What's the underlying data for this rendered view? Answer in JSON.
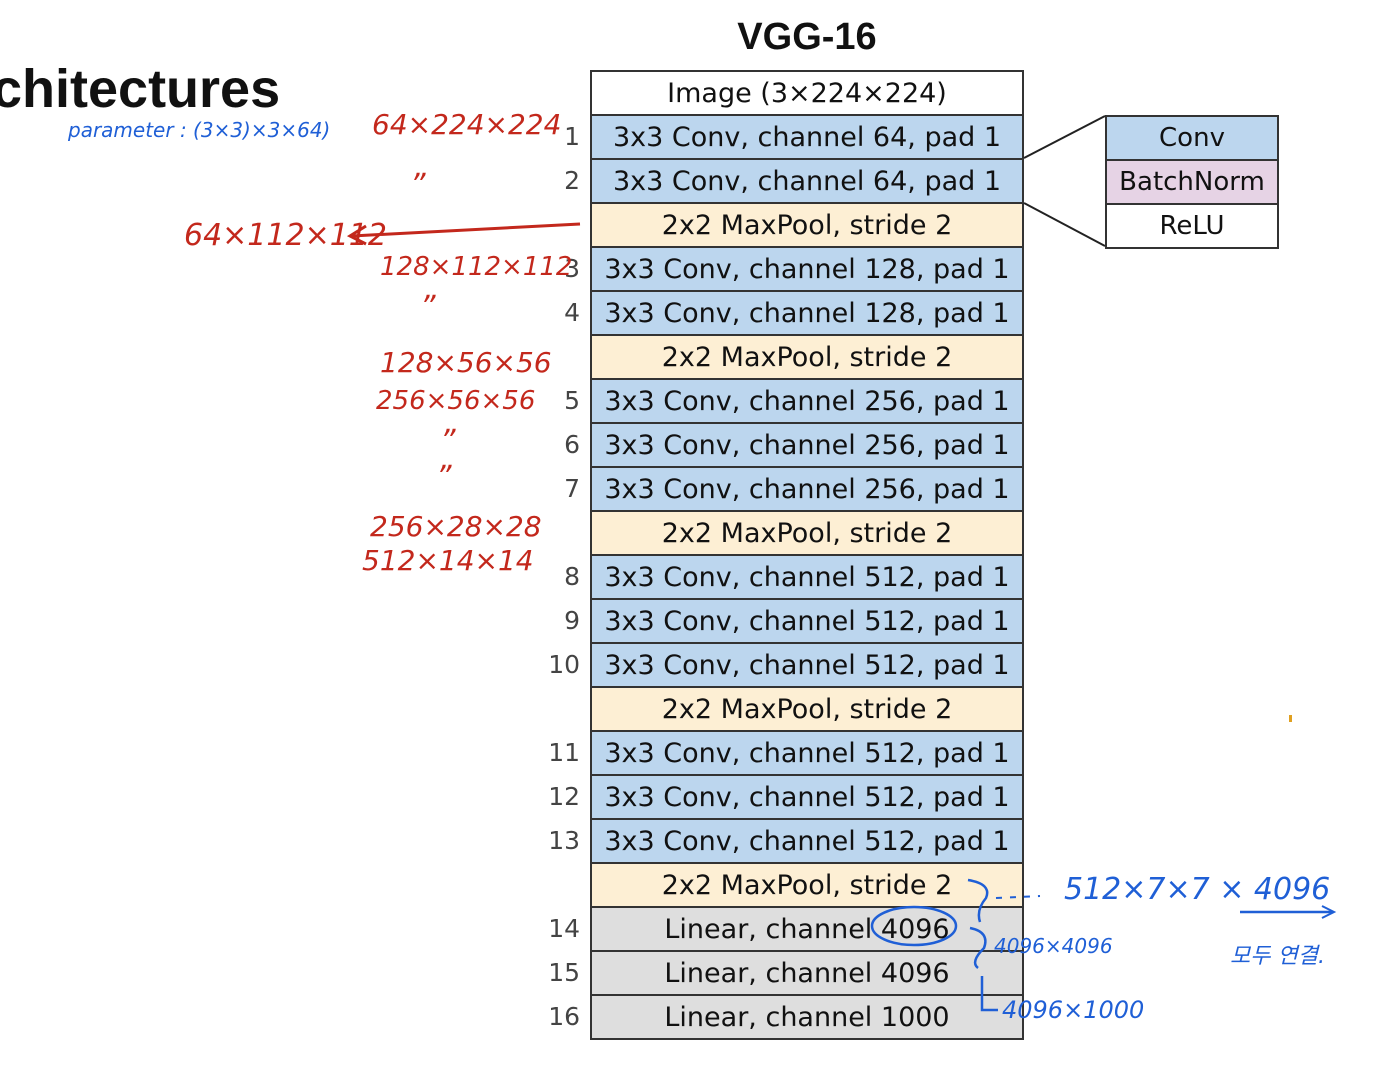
{
  "slide_title": "chitectures",
  "vgg_title": "VGG-16",
  "layers": [
    {
      "index": "",
      "label": "Image (3×224×224)",
      "type": "image"
    },
    {
      "index": "1",
      "label": "3x3 Conv, channel 64, pad 1",
      "type": "conv"
    },
    {
      "index": "2",
      "label": "3x3 Conv, channel 64, pad 1",
      "type": "conv"
    },
    {
      "index": "",
      "label": "2x2 MaxPool, stride 2",
      "type": "pool"
    },
    {
      "index": "3",
      "label": "3x3 Conv, channel 128, pad 1",
      "type": "conv"
    },
    {
      "index": "4",
      "label": "3x3 Conv, channel 128, pad 1",
      "type": "conv"
    },
    {
      "index": "",
      "label": "2x2 MaxPool, stride 2",
      "type": "pool"
    },
    {
      "index": "5",
      "label": "3x3 Conv, channel 256, pad 1",
      "type": "conv"
    },
    {
      "index": "6",
      "label": "3x3 Conv, channel 256, pad 1",
      "type": "conv"
    },
    {
      "index": "7",
      "label": "3x3 Conv, channel 256, pad 1",
      "type": "conv"
    },
    {
      "index": "",
      "label": "2x2 MaxPool, stride 2",
      "type": "pool"
    },
    {
      "index": "8",
      "label": "3x3 Conv, channel 512, pad 1",
      "type": "conv"
    },
    {
      "index": "9",
      "label": "3x3 Conv, channel 512, pad 1",
      "type": "conv"
    },
    {
      "index": "10",
      "label": "3x3 Conv, channel 512, pad 1",
      "type": "conv"
    },
    {
      "index": "",
      "label": "2x2 MaxPool, stride 2",
      "type": "pool"
    },
    {
      "index": "11",
      "label": "3x3 Conv, channel 512, pad 1",
      "type": "conv"
    },
    {
      "index": "12",
      "label": "3x3 Conv, channel 512, pad 1",
      "type": "conv"
    },
    {
      "index": "13",
      "label": "3x3 Conv, channel 512, pad 1",
      "type": "conv"
    },
    {
      "index": "",
      "label": "2x2 MaxPool, stride 2",
      "type": "pool"
    },
    {
      "index": "14",
      "label": "Linear, channel 4096",
      "type": "linear"
    },
    {
      "index": "15",
      "label": "Linear, channel 4096",
      "type": "linear"
    },
    {
      "index": "16",
      "label": "Linear, channel 1000",
      "type": "linear"
    }
  ],
  "conv_block": {
    "items": [
      "Conv",
      "BatchNorm",
      "ReLU"
    ]
  },
  "annotations": {
    "parameter": "parameter : (3×3)×3×64)",
    "a1": "64×224×224",
    "a1_ditto": "”",
    "a2": "64×112×112",
    "a3": "128×112×112",
    "a3_ditto": "”",
    "a4": "128×56×56",
    "a5": "256×56×56",
    "a5_ditto1": "”",
    "a5_ditto2": "”",
    "a6": "256×28×28",
    "a7": "512×14×14",
    "b1": "512×7×7  × 4096",
    "b1_note": "모두 연결.",
    "b2": "4096×4096",
    "b3": "4096×1000"
  },
  "colors": {
    "conv": "#bcd6ee",
    "pool": "#fdefd4",
    "linear": "#dedede",
    "batchnorm": "#e6d3e5",
    "ink_red": "#c3281c",
    "ink_blue": "#1f5fd6"
  }
}
